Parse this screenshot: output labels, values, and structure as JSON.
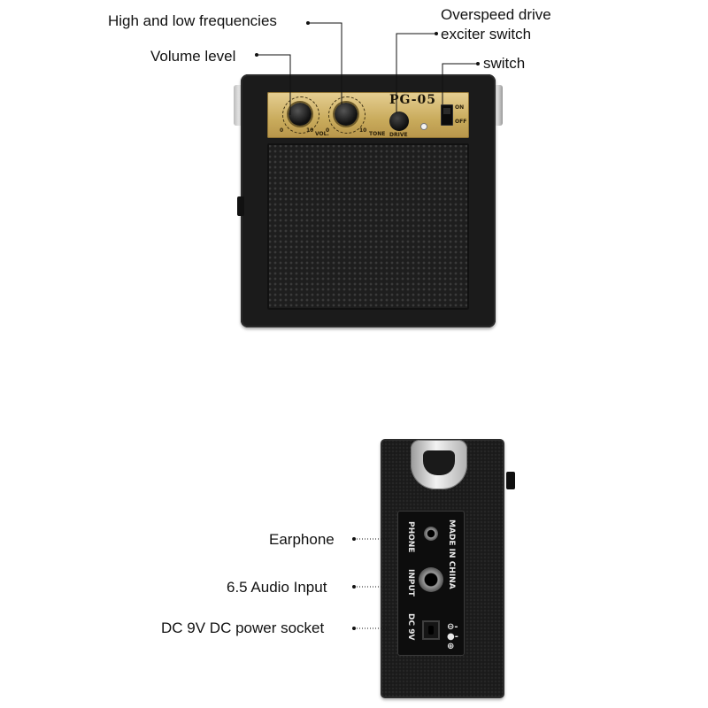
{
  "front_view": {
    "labels": {
      "frequencies": "High and low frequencies",
      "volume": "Volume level",
      "drive_line1": "Overspeed drive",
      "drive_line2": "exciter switch",
      "switch": "switch"
    },
    "panel": {
      "model": "PG-05",
      "vol_label": "VOL.",
      "tone_label": "TONE",
      "drive_label": "DRIVE",
      "on_label": "ON",
      "off_label": "OFF",
      "scale_min": "0",
      "scale_max": "10"
    }
  },
  "side_view": {
    "labels": {
      "earphone": "Earphone",
      "audio_input": "6.5 Audio Input",
      "dc_power": "DC 9V DC power socket"
    },
    "panel": {
      "phone": "PHONE",
      "input": "INPUT",
      "dc": "DC 9V",
      "made_in": "MADE IN CHINA"
    }
  },
  "colors": {
    "panel_gold": "#c9ab5c",
    "amp_body": "#1b1b1b",
    "text": "#111111"
  }
}
